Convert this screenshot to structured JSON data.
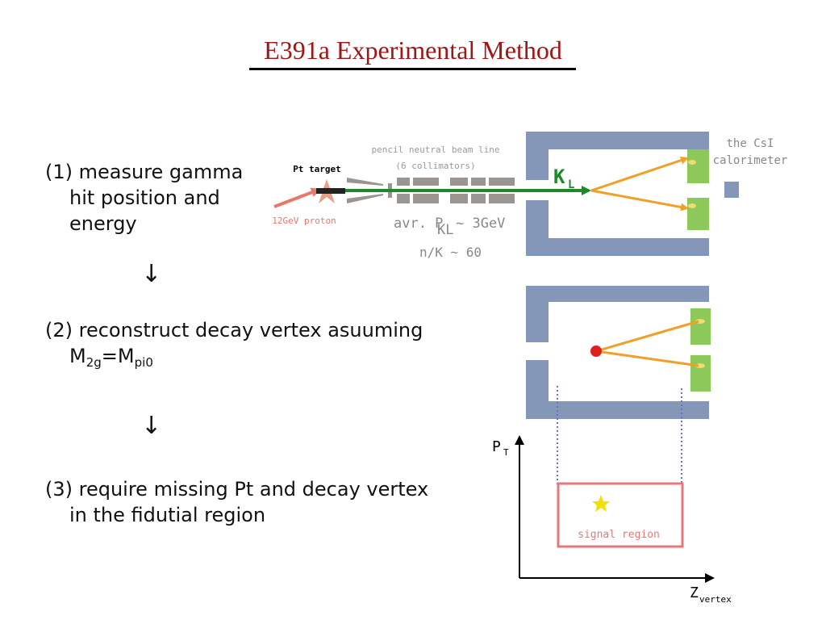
{
  "title": "E391a Experimental Method",
  "steps": {
    "s1_line1": "(1) measure gamma",
    "s1_line2": "hit position and",
    "s1_line3": "energy",
    "s2_line1": "(2) reconstruct decay vertex asuuming",
    "s2_m": "M",
    "s2_sub1": "2g",
    "s2_eq": "=M",
    "s2_sub2": "pi0",
    "s3_line1": "(3) require missing Pt and decay vertex",
    "s3_line2": "in the fidutial region"
  },
  "arrows": [
    "↓",
    "↓"
  ],
  "beamline": {
    "pt_target": "Pt target",
    "proton": "12GeV proton",
    "pencil": "pencil neutral beam line",
    "collimators": "(6 collimators)",
    "avr_p": "avr. P",
    "avr_sub": "KL",
    "avr_val": " ~ 3GeV",
    "nk": "n/K ~ 60",
    "kl": "K",
    "kl_sub": "L",
    "csi_line1": "the CsI",
    "csi_line2": "calorimeter"
  },
  "plot": {
    "y_label": "P",
    "y_sub": "T",
    "x_label": "Z",
    "x_sub": "vertex",
    "signal": "signal region"
  },
  "colors": {
    "title": "#a01616",
    "detector": "#8497b8",
    "calorimeter": "#8cc85a",
    "gamma": "#f0a028",
    "beam": "#1d8a2a",
    "collimator": "#9a9590",
    "proton": "#e87868",
    "signal_box": "#e87878",
    "vertex": "#e02020",
    "star": "#f2e000"
  }
}
